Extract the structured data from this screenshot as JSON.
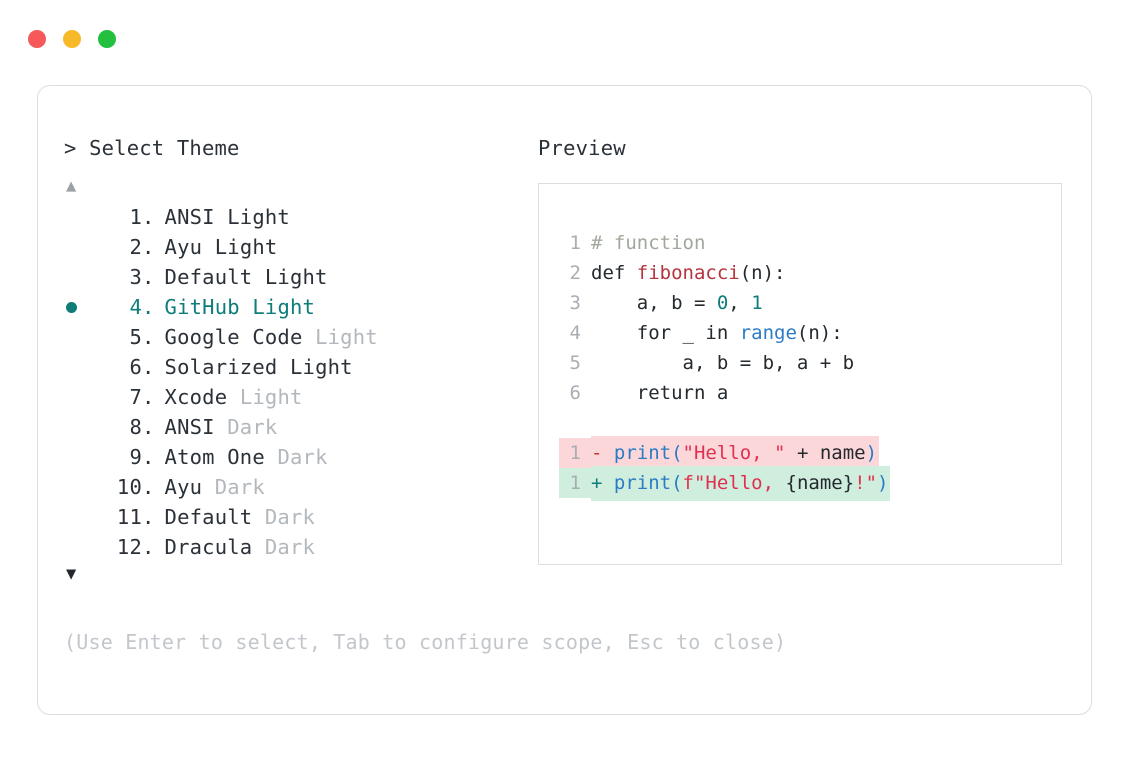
{
  "titlebar": {
    "dots": [
      {
        "name": "close",
        "color": "#f5595a"
      },
      {
        "name": "minimize",
        "color": "#f7b928"
      },
      {
        "name": "maximize",
        "color": "#23c03f"
      }
    ]
  },
  "selector": {
    "prompt": "> Select Theme",
    "scroll_up_icon": "▲",
    "scroll_down_icon": "▼",
    "selected_index": 4,
    "selection_bullet_icon": "●",
    "items": [
      {
        "index": "1",
        "dot": ".",
        "name": "ANSI",
        "variant": "Light",
        "variant_muted": false
      },
      {
        "index": "2",
        "dot": ".",
        "name": "Ayu",
        "variant": "Light",
        "variant_muted": false
      },
      {
        "index": "3",
        "dot": ".",
        "name": "Default",
        "variant": "Light",
        "variant_muted": false
      },
      {
        "index": "4",
        "dot": ".",
        "name": "GitHub",
        "variant": "Light",
        "variant_muted": false
      },
      {
        "index": "5",
        "dot": ".",
        "name": "Google Code",
        "variant": "Light",
        "variant_muted": true
      },
      {
        "index": "6",
        "dot": ".",
        "name": "Solarized",
        "variant": "Light",
        "variant_muted": false
      },
      {
        "index": "7",
        "dot": ".",
        "name": "Xcode",
        "variant": "Light",
        "variant_muted": true
      },
      {
        "index": "8",
        "dot": ".",
        "name": "ANSI",
        "variant": "Dark",
        "variant_muted": true
      },
      {
        "index": "9",
        "dot": ".",
        "name": "Atom One",
        "variant": "Dark",
        "variant_muted": true
      },
      {
        "index": "10",
        "dot": ".",
        "name": "Ayu",
        "variant": "Dark",
        "variant_muted": true
      },
      {
        "index": "11",
        "dot": ".",
        "name": "Default",
        "variant": "Dark",
        "variant_muted": true
      },
      {
        "index": "12",
        "dot": ".",
        "name": "Dracula",
        "variant": "Dark",
        "variant_muted": true
      }
    ]
  },
  "preview": {
    "heading": "Preview",
    "code_lines": [
      {
        "no": "1",
        "tokens": [
          {
            "t": "# function",
            "c": "tok-comment"
          }
        ]
      },
      {
        "no": "2",
        "tokens": [
          {
            "t": "def ",
            "c": "tok-plain"
          },
          {
            "t": "fibonacci",
            "c": "tok-fn"
          },
          {
            "t": "(n):",
            "c": "tok-punct"
          }
        ]
      },
      {
        "no": "3",
        "tokens": [
          {
            "t": "    a, b = ",
            "c": "tok-plain"
          },
          {
            "t": "0",
            "c": "tok-num"
          },
          {
            "t": ", ",
            "c": "tok-plain"
          },
          {
            "t": "1",
            "c": "tok-num"
          }
        ]
      },
      {
        "no": "4",
        "tokens": [
          {
            "t": "    for _ in ",
            "c": "tok-plain"
          },
          {
            "t": "range",
            "c": "tok-builtin"
          },
          {
            "t": "(n):",
            "c": "tok-punct"
          }
        ]
      },
      {
        "no": "5",
        "tokens": [
          {
            "t": "        a, b = b, a + b",
            "c": "tok-plain"
          }
        ]
      },
      {
        "no": "6",
        "tokens": [
          {
            "t": "    return a",
            "c": "tok-plain"
          }
        ]
      }
    ],
    "diff_lines": [
      {
        "no": "1",
        "kind": "removed",
        "sign": "-",
        "tokens": [
          {
            "t": "print",
            "c": "tok-builtin"
          },
          {
            "t": "(",
            "c": "tok-builtin"
          },
          {
            "t": "\"Hello, \"",
            "c": "tok-string"
          },
          {
            "t": " + name",
            "c": "tok-plain"
          },
          {
            "t": ")",
            "c": "tok-builtin"
          }
        ]
      },
      {
        "no": "1",
        "kind": "added",
        "sign": "+",
        "tokens": [
          {
            "t": "print",
            "c": "tok-builtin"
          },
          {
            "t": "(",
            "c": "tok-builtin"
          },
          {
            "t": "f\"Hello, ",
            "c": "tok-string"
          },
          {
            "t": "{name}",
            "c": "tok-plain"
          },
          {
            "t": "!\"",
            "c": "tok-string"
          },
          {
            "t": ")",
            "c": "tok-builtin"
          }
        ]
      }
    ]
  },
  "footer": {
    "hint": "(Use Enter to select, Tab to configure scope, Esc to close)"
  }
}
